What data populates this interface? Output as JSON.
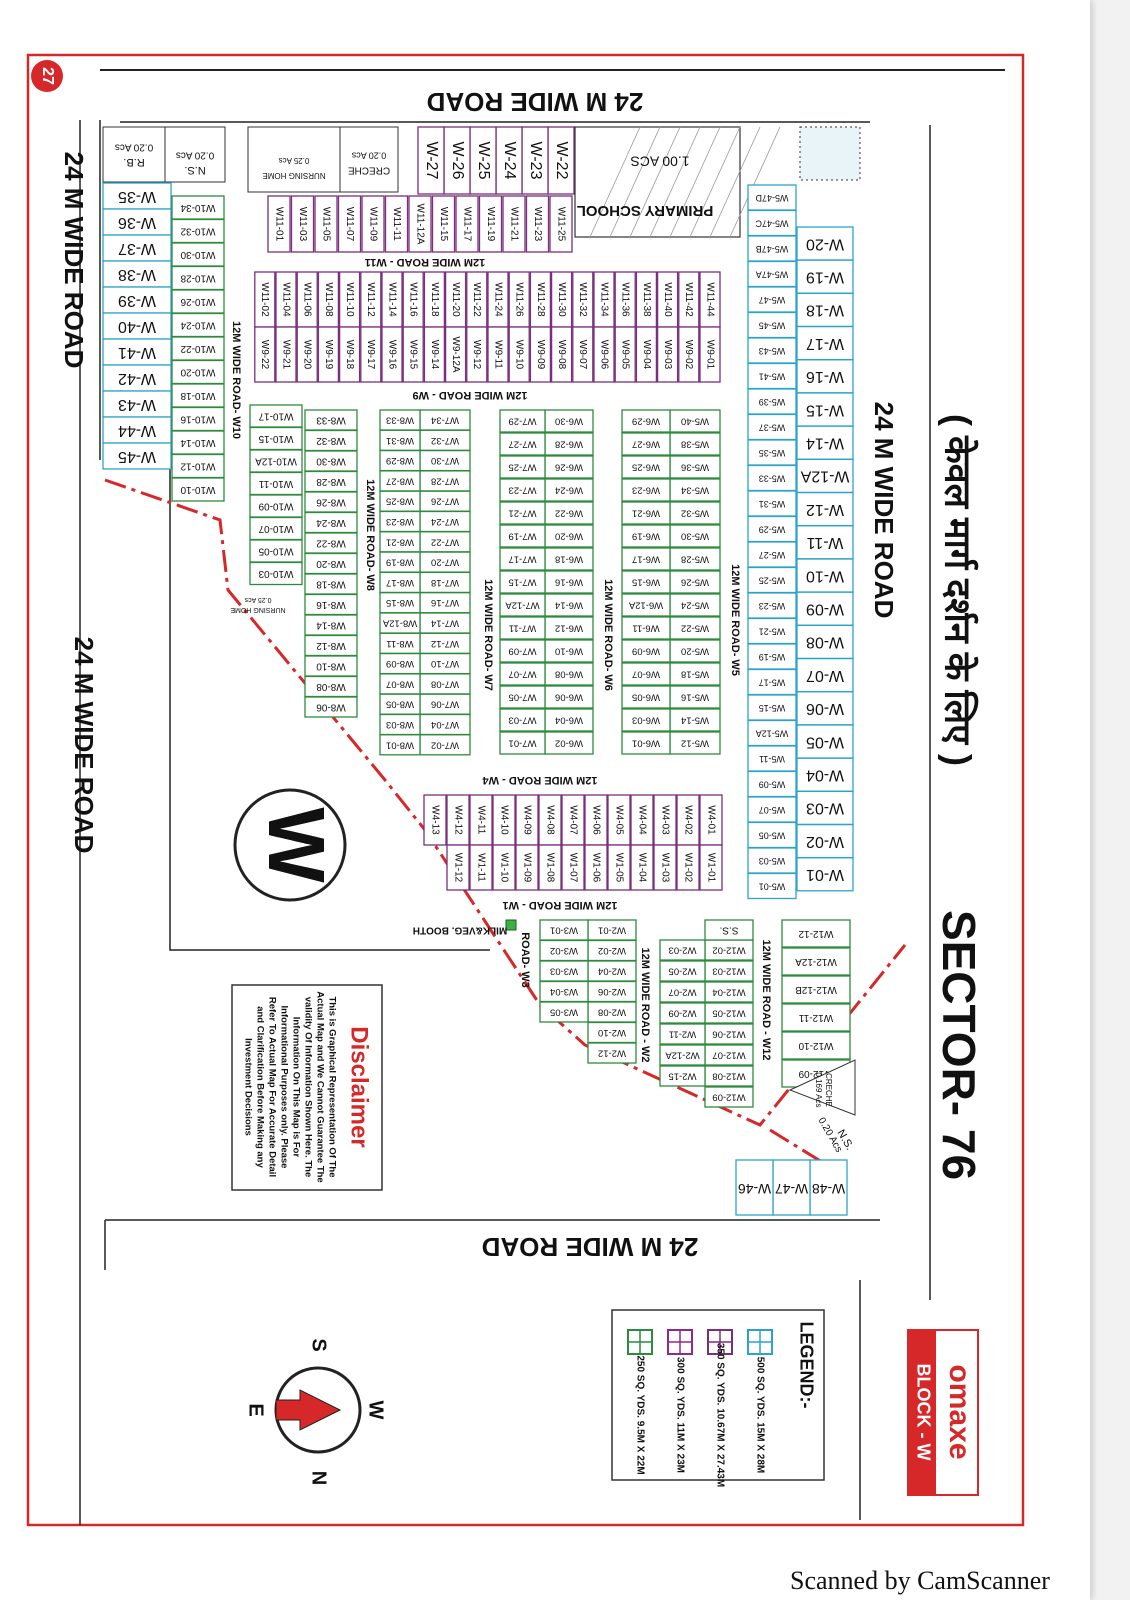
{
  "title": "SECTOR- 76",
  "subtitle_hindi": "( केवल मार्ग दर्शन के लिए )",
  "block": "BLOCK - W",
  "logo_text": "omaxe",
  "page_number": "27",
  "roads": {
    "top": "24 M WIDE ROAD",
    "right": "24 M WIDE ROAD",
    "bottom": "24 M WIDE ROAD",
    "left_upper": "24 M WIDE ROAD",
    "left_lower": "24 M WIDE ROAD",
    "internal": [
      "12M WIDE ROAD - W11",
      "12M WIDE ROAD- W10",
      "12M WIDE ROAD - W9",
      "12M WIDE ROAD- W8",
      "12M WIDE ROAD- W7",
      "12M WIDE ROAD- W6",
      "12M WIDE ROAD- W5",
      "12M WIDE ROAD - W4",
      "12M WIDE ROAD - W1",
      "12M WIDE ROAD - W12",
      "12M WIDE ROAD - W2",
      "ROAD- W3"
    ]
  },
  "amenities": {
    "primary_school": "PRIMARY SCHOOL",
    "primary_school_area": "1.00 ACS",
    "creche_top": "CRECHE",
    "creche_top_area": "0.20 Acs",
    "nursing_home_top": "NURSING HOME",
    "nursing_home_top_area": "0.25 Acs",
    "ns_top": "N.S.",
    "ns_top_area": "0.20 Acs",
    "rb": "R.B.",
    "rb_area": "0.20 Acs",
    "nursing_home_mid": "NURSING HOME",
    "nursing_home_mid_area": "0.25 Acs",
    "creche_bottom": "CRECHE",
    "creche_bottom_area": "0.169 Acs",
    "ns_bottom": "N.S.",
    "ns_bottom_area": "0.20 Acs",
    "ss": "S.S.",
    "milk_booth": "MILK&VEG. BOOTH"
  },
  "big_plots": {
    "top_row": [
      "W-22",
      "W-23",
      "W-24",
      "W-25",
      "W-26",
      "W-27"
    ],
    "right_col": [
      "W-20",
      "W-19",
      "W-18",
      "W-17",
      "W-16",
      "W-15",
      "W-14",
      "W-12A",
      "W-12",
      "W-11",
      "W-10",
      "W-09",
      "W-08",
      "W-07",
      "W-06",
      "W-05",
      "W-04",
      "W-03",
      "W-02",
      "W-01"
    ],
    "left_col": [
      "W-35",
      "W-36",
      "W-37",
      "W-38",
      "W-39",
      "W-40",
      "W-41",
      "W-42",
      "W-43",
      "W-44",
      "W-45"
    ],
    "bottom": [
      "W-48",
      "W-47",
      "W-46"
    ]
  },
  "plots": {
    "w11_top": [
      "W11-25",
      "W11-23",
      "W11-21",
      "W11-19",
      "W11-17",
      "W11-15",
      "W11-12A",
      "W11-11",
      "W11-09",
      "W11-07",
      "W11-05",
      "W11-03",
      "W11-01"
    ],
    "w11_bottom": [
      "W11-44",
      "W11-42",
      "W11-40",
      "W11-38",
      "W11-36",
      "W11-34",
      "W11-32",
      "W11-30",
      "W11-28",
      "W11-26",
      "W11-24",
      "W11-22",
      "W11-20",
      "W11-18",
      "W11-16",
      "W11-14",
      "W11-12",
      "W11-10",
      "W11-08",
      "W11-06",
      "W11-04",
      "W11-02"
    ],
    "w9_row": [
      "W9-01",
      "W9-02",
      "W9-03",
      "W9-04",
      "W9-05",
      "W9-06",
      "W9-07",
      "W9-08",
      "W9-09",
      "W9-10",
      "W9-11",
      "W9-12",
      "W9-12A",
      "W9-14",
      "W9-15",
      "W9-16",
      "W9-17",
      "W9-18",
      "W9-19",
      "W9-20",
      "W9-21",
      "W9-22"
    ],
    "w10_col": [
      "W10-34",
      "W10-32",
      "W10-30",
      "W10-28",
      "W10-26",
      "W10-24",
      "W10-22",
      "W10-20",
      "W10-18",
      "W10-16",
      "W10-14",
      "W10-12",
      "W10-10"
    ],
    "w10_inner": [
      "W10-17",
      "W10-15",
      "W10-12A",
      "W10-11",
      "W10-09",
      "W10-07",
      "W10-05",
      "W10-03"
    ],
    "w8_col": [
      "W8-33",
      "W8-32",
      "W8-30",
      "W8-28",
      "W8-26",
      "W8-24",
      "W8-22",
      "W8-20",
      "W8-18",
      "W8-16",
      "W8-14",
      "W8-12",
      "W8-10",
      "W8-08",
      "W8-06"
    ],
    "w7_pairs": [
      "W7-34|W8-33",
      "W7-32|W8-31",
      "W7-30|W8-29",
      "W7-28|W8-27",
      "W7-26|W8-25",
      "W7-24|W8-23",
      "W7-22|W8-21",
      "W7-20|W8-19",
      "W7-18|W8-17",
      "W7-16|W8-15",
      "W7-14|W8-12A",
      "W7-12|W8-11",
      "W7-10|W8-09",
      "W7-08|W8-07",
      "W7-06|W8-05",
      "W7-04|W8-03",
      "W7-02|W8-01"
    ],
    "w6_pairs": [
      "W6-30|W7-29",
      "W6-28|W7-27",
      "W6-26|W7-25",
      "W6-24|W7-23",
      "W6-22|W7-21",
      "W6-20|W7-19",
      "W6-18|W7-17",
      "W6-16|W7-15",
      "W6-14|W7-12A",
      "W6-12|W7-11",
      "W6-10|W7-09",
      "W6-08|W7-07",
      "W6-06|W7-05",
      "W6-04|W7-03",
      "W6-02|W7-01"
    ],
    "w5_pairs": [
      "W5-40|W6-29",
      "W5-38|W6-27",
      "W5-36|W6-25",
      "W5-34|W6-23",
      "W5-32|W6-21",
      "W5-30|W6-19",
      "W5-28|W6-17",
      "W5-26|W6-15",
      "W5-24|W6-12A",
      "W5-22|W6-11",
      "W5-20|W6-09",
      "W5-18|W6-07",
      "W5-16|W6-05",
      "W5-14|W6-03",
      "W5-12|W6-01"
    ],
    "w5_col": [
      "W5-47D",
      "W5-47C",
      "W5-47B",
      "W5-47A",
      "W5-47",
      "W5-45",
      "W5-43",
      "W5-41",
      "W5-39",
      "W5-37",
      "W5-35",
      "W5-33",
      "W5-31",
      "W5-29",
      "W5-27",
      "W5-25",
      "W5-23",
      "W5-21",
      "W5-19",
      "W5-17",
      "W5-15",
      "W5-12A",
      "W5-11",
      "W5-09",
      "W5-07",
      "W5-05",
      "W5-03",
      "W5-01"
    ],
    "w4_w1_pairs": [
      "W4-01|W1-01",
      "W4-02|W1-02",
      "W4-03|W1-03",
      "W4-04|W1-04",
      "W4-05|W1-05",
      "W4-06|W1-06",
      "W4-07|W1-07",
      "W4-08|W1-08",
      "W4-09|W1-09",
      "W4-10|W1-10",
      "W4-11|W1-11",
      "W4-12|W1-12",
      "W4-13|"
    ],
    "w12_col": [
      "W12-12",
      "W12-12A",
      "W12-12B",
      "W12-11",
      "W12-10",
      "W12-09"
    ],
    "w12_pairs": [
      "W12-02|W2-03",
      "W12-03|W2-05",
      "W12-04|W2-07",
      "W12-05|W2-09",
      "W12-06|W2-11",
      "W12-07|W2-12A",
      "W12-08|W2-15",
      "W12-09|"
    ],
    "w2_col": [
      "W2-01",
      "W2-02",
      "W2-04",
      "W2-06",
      "W2-08",
      "W2-10",
      "W2-12"
    ],
    "w3_col": [
      "W3-01",
      "W3-02",
      "W3-03",
      "W3-04",
      "W3-05"
    ]
  },
  "compass_letter": "W",
  "compass_rose": {
    "n": "N",
    "s": "S",
    "e": "E",
    "w": "W"
  },
  "disclaimer": {
    "title": "Disclaimer",
    "body": "This is Graphical Representation Of The Actual Map and We Cannot Guarantee The validity Of Information Shown Here. The Information On This Map is For Informational Purposes only. Please Refer To Actual Map For Accurate Detail and Clarification Before Making any Investment Decisions"
  },
  "legend": {
    "title": "LEGEND:-",
    "items": [
      {
        "label": "500 SQ. YDS. 15M X 28M",
        "color": "#2ea3c9"
      },
      {
        "label": "350 SQ. YDS. 10.67M X 27.43M",
        "color": "#7a2f7e"
      },
      {
        "label": "300 SQ. YDS. 11M X 23M",
        "color": "#8e2a8c"
      },
      {
        "label": "250 SQ. YDS. 9.5M X 22M",
        "color": "#2e8b3e"
      }
    ]
  },
  "colors": {
    "border": "#d62828",
    "cyan": "#2ea3c9",
    "purple": "#7a2f7e",
    "green": "#2e8b3e",
    "boundary": "#d62828"
  },
  "scanner_text": "Scanned by CamScanner"
}
